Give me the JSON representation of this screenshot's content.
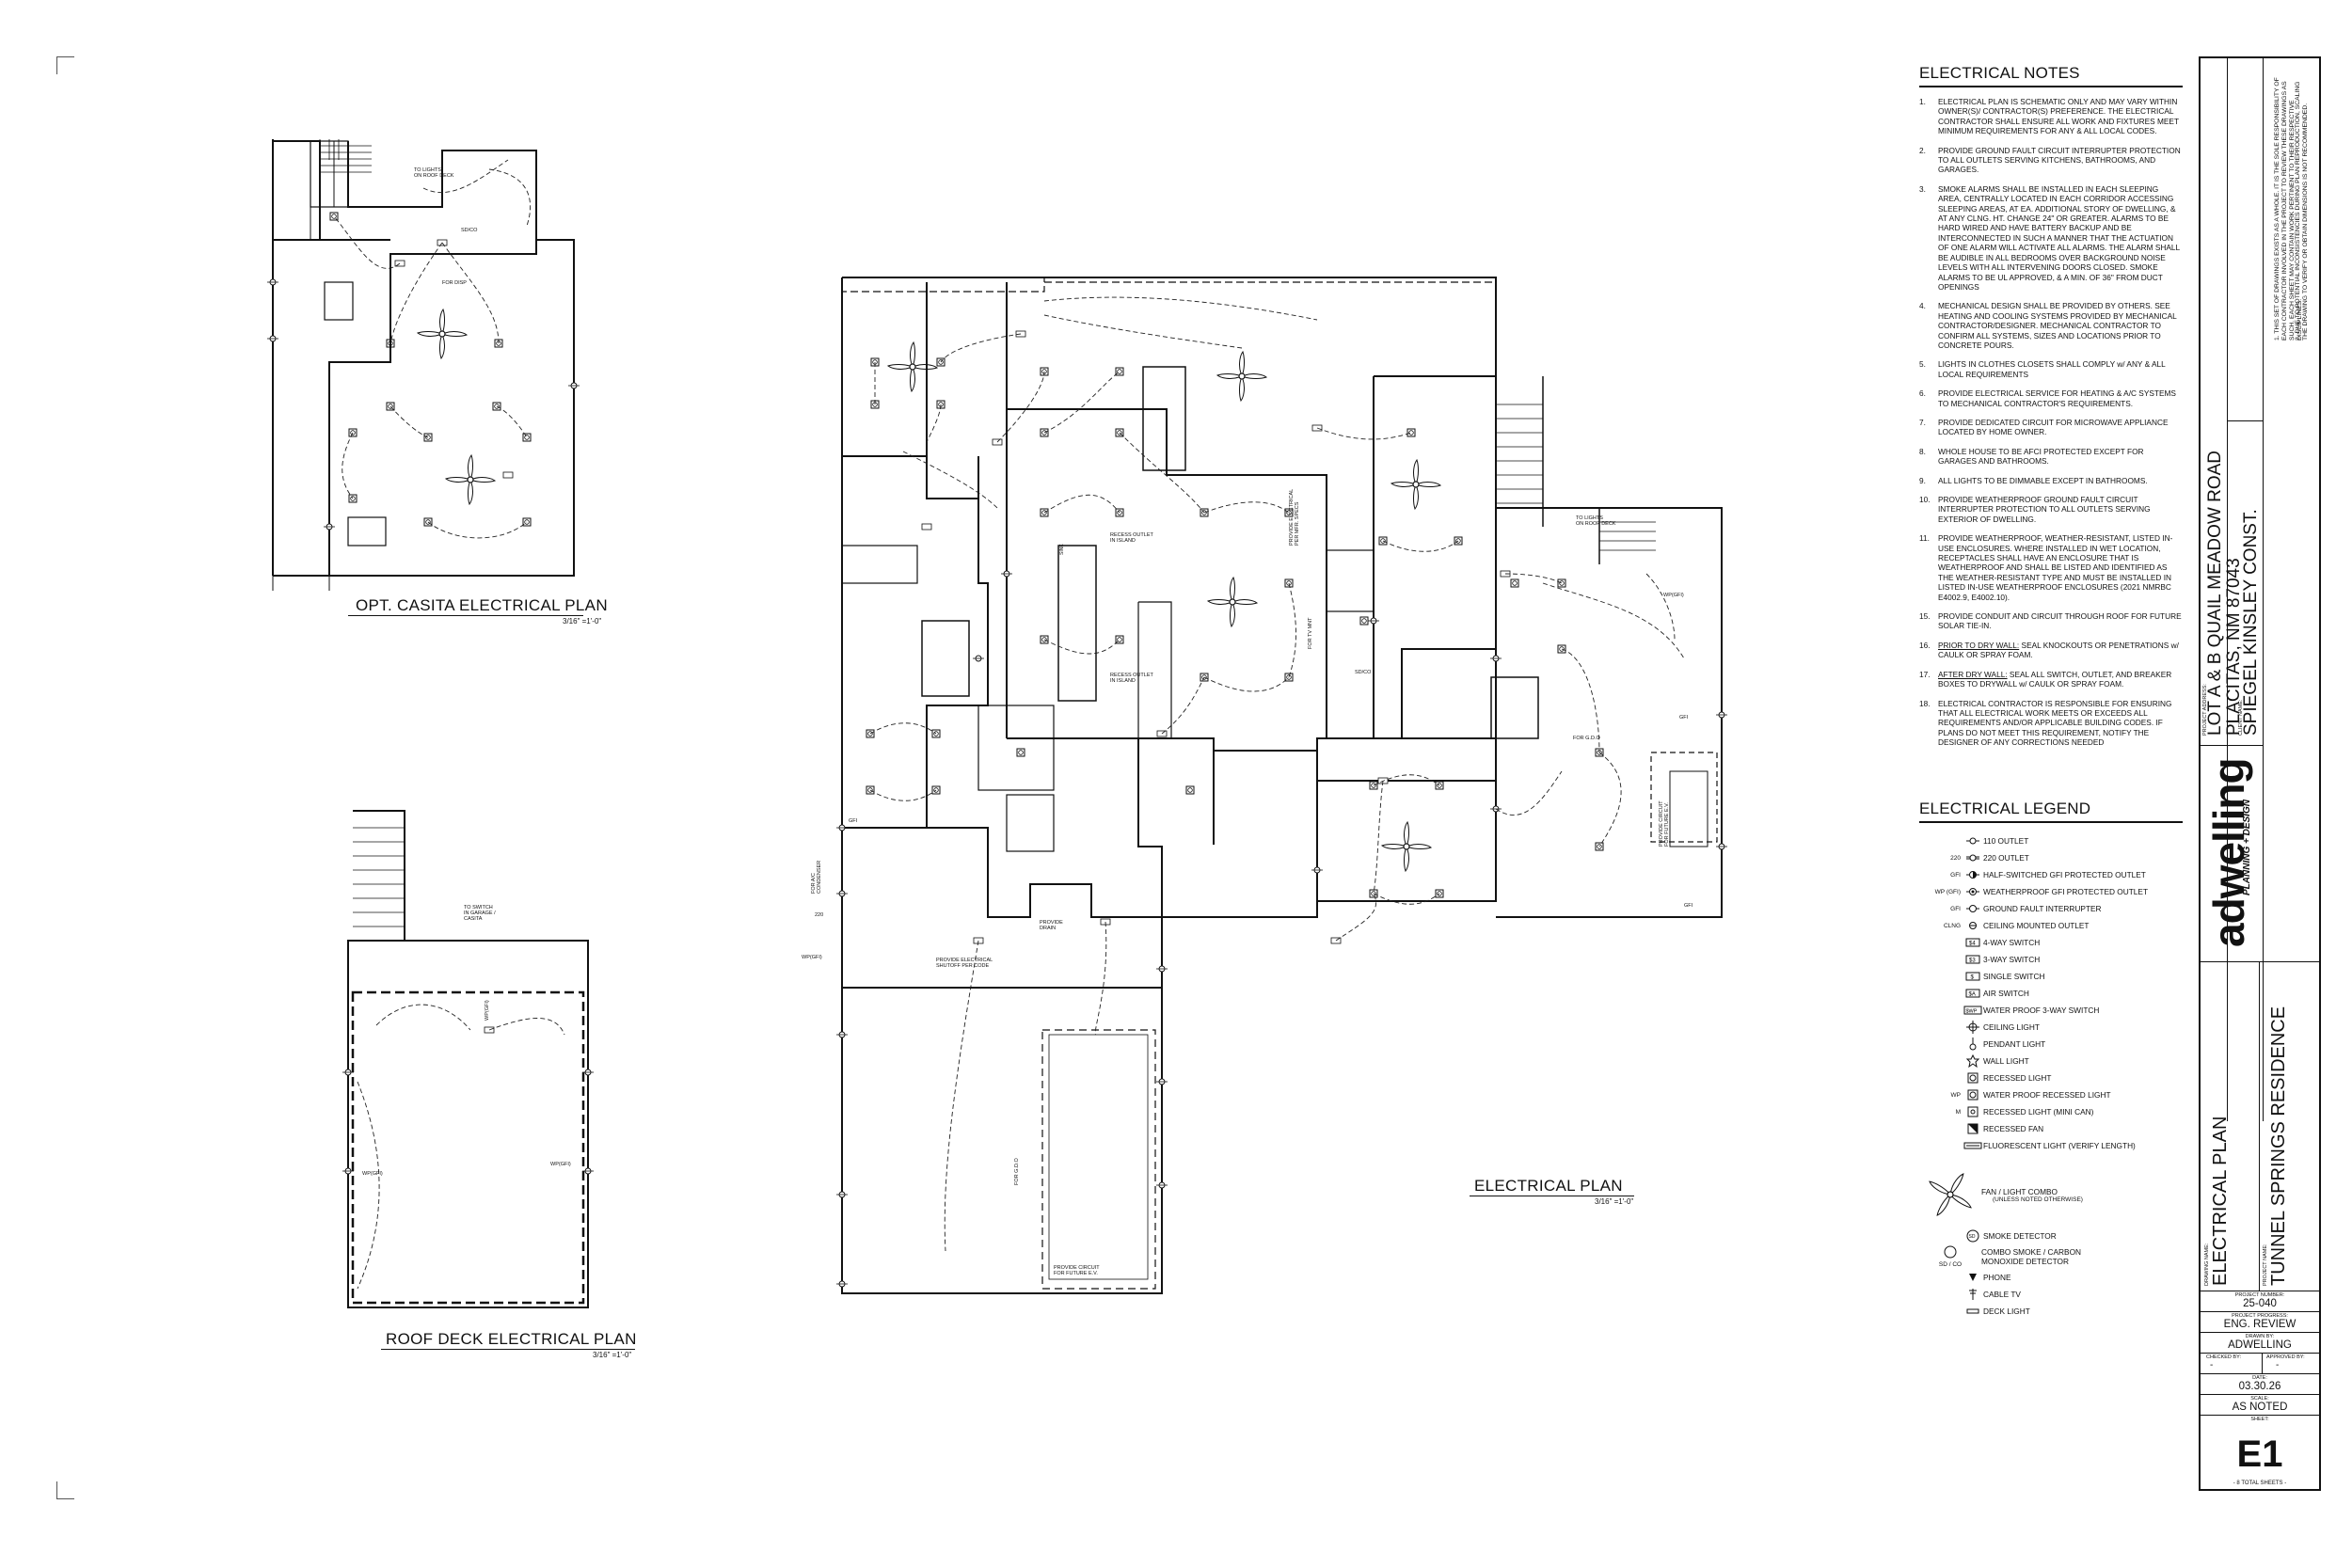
{
  "plans": {
    "casita": {
      "title": "OPT. CASITA ELECTRICAL PLAN",
      "scale": "3/16\" =1'-0\""
    },
    "roof_deck": {
      "title": "ROOF DECK ELECTRICAL PLAN",
      "scale": "3/16\" =1'-0\""
    },
    "main": {
      "title": "ELECTRICAL PLAN",
      "scale": "3/16\" =1'-0\""
    }
  },
  "callouts": {
    "c1": "TO LIGHTS\nON ROOF DECK",
    "c2": "FOR DISP",
    "c3": "TO SWITCH\nIN GARAGE /\nCASITA",
    "c4": "RECESS OUTLET\nIN ISLAND",
    "c5": "RECESS OUTLET\nIN ISLAND",
    "c6": "PROVIDE ELECTRICAL\nPER MFR. SPECS",
    "c7": "FOR TV MNT",
    "c8": "TO LIGHTS\nON ROOF DECK",
    "c9": "FOR G.D.O",
    "c10": "PROVIDE CIRCUIT\nFOR FUTURE E.V.",
    "c11": "PROVIDE\nDRAIN",
    "c12": "PROVIDE ELECTRICAL\nSHUTOFF PER CODE",
    "c13": "FOR G.D.O",
    "c14": "PROVIDE CIRCUIT\nFOR FUTURE E.V.",
    "c15": "FOR A/C\nCONDENSER",
    "c16": "220",
    "c17": "WP(GFI)",
    "c18": "GFI",
    "c19": "WP(GFI)",
    "c20": "WP(GFI)",
    "c21": "WP(GFI)",
    "c22": "WP(GFI)",
    "c23": "GFI",
    "c24": "GFI",
    "c25": "SD/CO",
    "c26": "SD/CO"
  },
  "notes": {
    "heading": "ELECTRICAL NOTES",
    "items": [
      {
        "num": "1.",
        "text": "ELECTRICAL PLAN IS SCHEMATIC ONLY AND MAY VARY WITHIN OWNER(S)/ CONTRACTOR(S) PREFERENCE. THE ELECTRICAL CONTRACTOR SHALL ENSURE ALL WORK AND FIXTURES MEET MINIMUM REQUIREMENTS FOR ANY & ALL LOCAL CODES."
      },
      {
        "num": "2.",
        "text": "PROVIDE GROUND FAULT CIRCUIT INTERRUPTER PROTECTION TO ALL OUTLETS SERVING KITCHENS, BATHROOMS, AND GARAGES."
      },
      {
        "num": "3.",
        "text": "SMOKE ALARMS SHALL BE INSTALLED IN EACH SLEEPING AREA, CENTRALLY LOCATED IN EACH CORRIDOR ACCESSING SLEEPING AREAS, AT EA. ADDITIONAL STORY OF DWELLING, & AT ANY CLNG. HT. CHANGE 24\" OR GREATER. ALARMS TO BE HARD WIRED AND HAVE BATTERY BACKUP AND BE INTERCONNECTED IN SUCH A MANNER THAT THE ACTUATION OF ONE ALARM WILL ACTIVATE ALL ALARMS. THE ALARM SHALL BE AUDIBLE IN ALL BEDROOMS OVER BACKGROUND NOISE LEVELS WITH ALL INTERVENING DOORS CLOSED. SMOKE ALARMS TO BE UL APPROVED, & A MIN. OF 36\" FROM DUCT OPENINGS"
      },
      {
        "num": "4.",
        "text": "MECHANICAL DESIGN SHALL BE PROVIDED BY OTHERS. SEE HEATING AND COOLING SYSTEMS PROVIDED BY MECHANICAL CONTRACTOR/DESIGNER. MECHANICAL CONTRACTOR TO CONFIRM ALL SYSTEMS, SIZES AND LOCATIONS PRIOR TO CONCRETE POURS."
      },
      {
        "num": "5.",
        "text": "LIGHTS IN CLOTHES CLOSETS SHALL COMPLY w/ ANY & ALL LOCAL REQUIREMENTS"
      },
      {
        "num": "6.",
        "text": "PROVIDE ELECTRICAL SERVICE FOR HEATING & A/C SYSTEMS TO MECHANICAL CONTRACTOR'S REQUIREMENTS."
      },
      {
        "num": "7.",
        "text": "PROVIDE DEDICATED CIRCUIT FOR MICROWAVE APPLIANCE LOCATED BY HOME OWNER."
      },
      {
        "num": "8.",
        "text": "WHOLE HOUSE TO BE AFCI PROTECTED EXCEPT FOR GARAGES AND BATHROOMS."
      },
      {
        "num": "9.",
        "text": "ALL LIGHTS TO BE DIMMABLE EXCEPT IN BATHROOMS."
      },
      {
        "num": "10.",
        "text": "PROVIDE WEATHERPROOF GROUND FAULT CIRCUIT INTERRUPTER PROTECTION TO ALL OUTLETS SERVING EXTERIOR OF DWELLING."
      },
      {
        "num": "11.",
        "text": "PROVIDE WEATHERPROOF, WEATHER-RESISTANT, LISTED IN-USE ENCLOSURES. WHERE INSTALLED IN WET LOCATION, RECEPTACLES SHALL HAVE AN ENCLOSURE THAT IS WEATHERPROOF AND SHALL BE LISTED AND IDENTIFIED AS THE WEATHER-RESISTANT TYPE AND MUST BE INSTALLED IN LISTED IN-USE WEATHERPROOF ENCLOSURES (2021 NMRBC E4002.9, E4002.10)."
      },
      {
        "num": "15.",
        "text": "PROVIDE CONDUIT AND CIRCUIT THROUGH ROOF FOR FUTURE SOLAR TIE-IN."
      },
      {
        "num": "16.",
        "lead": "PRIOR TO DRY WALL:",
        "text": " SEAL KNOCKOUTS OR PENETRATIONS w/ CAULK OR SPRAY FOAM."
      },
      {
        "num": "17.",
        "lead": "AFTER DRY WALL:",
        "text": " SEAL ALL SWITCH, OUTLET, AND BREAKER BOXES TO DRYWALL w/ CAULK OR SPRAY FOAM."
      },
      {
        "num": "18.",
        "text": "ELECTRICAL CONTRACTOR IS RESPONSIBLE FOR ENSURING THAT ALL ELECTRICAL WORK MEETS OR EXCEEDS ALL REQUIREMENTS AND/OR APPLICABLE BUILDING CODES. IF PLANS DO NOT MEET THIS REQUIREMENT, NOTIFY THE DESIGNER OF ANY CORRECTIONS NEEDED"
      }
    ]
  },
  "legend": {
    "heading": "ELECTRICAL LEGEND",
    "items": [
      {
        "code": "",
        "icon": "outlet-110-icon",
        "label": "110 OUTLET"
      },
      {
        "code": "220",
        "icon": "outlet-220-icon",
        "label": "220 OUTLET"
      },
      {
        "code": "GFI",
        "icon": "outlet-gfi-half-icon",
        "label": "HALF-SWITCHED GFI PROTECTED OUTLET"
      },
      {
        "code": "WP (GFI)",
        "icon": "outlet-wp-gfi-icon",
        "label": "WEATHERPROOF GFI PROTECTED OUTLET"
      },
      {
        "code": "GFI",
        "icon": "outlet-gfi-icon",
        "label": "GROUND FAULT INTERRUPTER"
      },
      {
        "code": "CLNG",
        "icon": "outlet-ceiling-icon",
        "label": "CEILING MOUNTED OUTLET"
      },
      {
        "code": "",
        "icon": "switch-4way-icon",
        "label": "4-WAY SWITCH"
      },
      {
        "code": "",
        "icon": "switch-3way-icon",
        "label": "3-WAY SWITCH"
      },
      {
        "code": "",
        "icon": "switch-single-icon",
        "label": "SINGLE SWITCH"
      },
      {
        "code": "",
        "icon": "switch-air-icon",
        "label": "AIR SWITCH"
      },
      {
        "code": "",
        "icon": "switch-wp-3way-icon",
        "label": "WATER PROOF 3-WAY SWITCH"
      },
      {
        "code": "",
        "icon": "ceiling-light-icon",
        "label": "CEILING LIGHT"
      },
      {
        "code": "",
        "icon": "pendant-light-icon",
        "label": "PENDANT LIGHT"
      },
      {
        "code": "",
        "icon": "wall-light-icon",
        "label": "WALL LIGHT"
      },
      {
        "code": "",
        "icon": "recessed-light-icon",
        "label": "RECESSED LIGHT"
      },
      {
        "code": "WP",
        "icon": "wp-recessed-light-icon",
        "label": "WATER PROOF RECESSED LIGHT"
      },
      {
        "code": "M",
        "icon": "mini-can-light-icon",
        "label": "RECESSED LIGHT (MINI CAN)"
      },
      {
        "code": "",
        "icon": "recessed-fan-icon",
        "label": "RECESSED FAN"
      },
      {
        "code": "",
        "icon": "fluorescent-light-icon",
        "label": "FLUORESCENT LIGHT (VERIFY LENGTH)"
      }
    ],
    "fan": {
      "icon": "fan-light-combo-icon",
      "label": "FAN / LIGHT COMBO",
      "sublabel": "(UNLESS NOTED OTHERWISE)"
    },
    "more": [
      {
        "code": "",
        "icon": "smoke-detector-icon",
        "label": "SMOKE DETECTOR"
      },
      {
        "code": "SD / CO",
        "icon": "combo-smoke-co-icon",
        "label": "COMBO SMOKE / CARBON MONOXIDE DETECTOR"
      },
      {
        "code": "",
        "icon": "phone-icon",
        "label": "PHONE"
      },
      {
        "code": "",
        "icon": "cable-tv-icon",
        "label": "CABLE TV"
      },
      {
        "code": "",
        "icon": "deck-light-icon",
        "label": "DECK LIGHT"
      }
    ]
  },
  "title_block": {
    "disclaimer_1": "1. THIS SET OF DRAWINGS EXISTS AS A WHOLE. IT IS THE SOLE RESPONSIBILITY OF EACH CONTRACTOR INVOLVED IN THE PROJECT TO REVIEW THESE DRAWINGS AS SUCH. EACH SHEET MAY CONTAIN WORK PERTINENT TO THEIR RESPECTIVE DISCIPLINES.",
    "disclaimer_2": "2. DUE TO POTENTIAL INCONSISTENCIES DURING PLAN REPRODUCTION, SCALING THE DRAWING TO VERIFY OR OBTAIN DIMENSIONS IS NOT RECOMMENDED.",
    "address_label": "PROJECT ADDRESS:",
    "address_line1": "LOT A & B QUAIL MEADOW ROAD",
    "address_line2": "PLACITAS, NM 87043",
    "client_label": "CLIENT NAME:",
    "client": "SPIEGEL KINSLEY CONST.",
    "logo_main": "adwelling",
    "logo_sub": "PLANNING + DESIGN",
    "project_label": "PROJECT NAME:",
    "project": "TUNNEL SPRINGS RESIDENCE",
    "drawing_label": "DRAWING NAME:",
    "drawing": "ELECTRICAL PLAN",
    "project_number_label": "PROJECT NUMBER:",
    "project_number": "25-040",
    "progress_label": "PROJECT PROGRESS:",
    "progress": "ENG. REVIEW",
    "drawn_by_label": "DRAWN BY:",
    "drawn_by": "ADWELLING",
    "checked_by_label": "CHECKED BY:",
    "checked_by": "-",
    "approved_by_label": "APPROVED BY:",
    "approved_by": "-",
    "date_label": "DATE:",
    "date": "03.30.26",
    "scale_label": "SCALE:",
    "scale": "AS NOTED",
    "sheet_label": "SHEET:",
    "sheet": "E1",
    "total_sheets": "- 8 TOTAL SHEETS -"
  }
}
